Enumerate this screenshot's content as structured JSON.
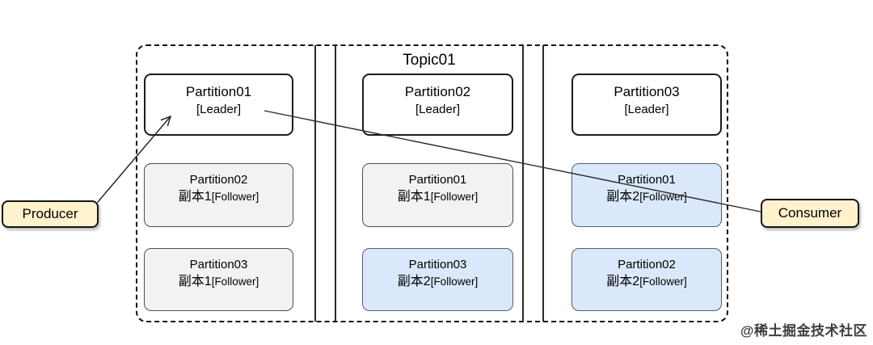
{
  "topic": {
    "label": "Topic01"
  },
  "producer": {
    "label": "Producer"
  },
  "consumer": {
    "label": "Consumer"
  },
  "watermark": {
    "label": "@稀土掘金技术社区"
  },
  "colors": {
    "leader_fill": "#ffffff",
    "replica_gray_fill": "#f2f2f2",
    "replica_blue_fill": "#dbe8fb",
    "endpoint_fill": "#fff2cc",
    "line": "#2a2a2a"
  },
  "brokers": [
    {
      "partitions": [
        {
          "name": "Partition01",
          "replica": "",
          "role": "[Leader]"
        },
        {
          "name": "Partition02",
          "replica": "副本1",
          "role": "[Follower]"
        },
        {
          "name": "Partition03",
          "replica": "副本1",
          "role": "[Follower]"
        }
      ]
    },
    {
      "partitions": [
        {
          "name": "Partition02",
          "replica": "",
          "role": "[Leader]"
        },
        {
          "name": "Partition01",
          "replica": "副本1",
          "role": "[Follower]"
        },
        {
          "name": "Partition03",
          "replica": "副本2",
          "role": "[Follower]"
        }
      ]
    },
    {
      "partitions": [
        {
          "name": "Partition03",
          "replica": "",
          "role": "[Leader]"
        },
        {
          "name": "Partition01",
          "replica": "副本2",
          "role": "[Follower]"
        },
        {
          "name": "Partition02",
          "replica": "副本2",
          "role": "[Follower]"
        }
      ]
    }
  ]
}
